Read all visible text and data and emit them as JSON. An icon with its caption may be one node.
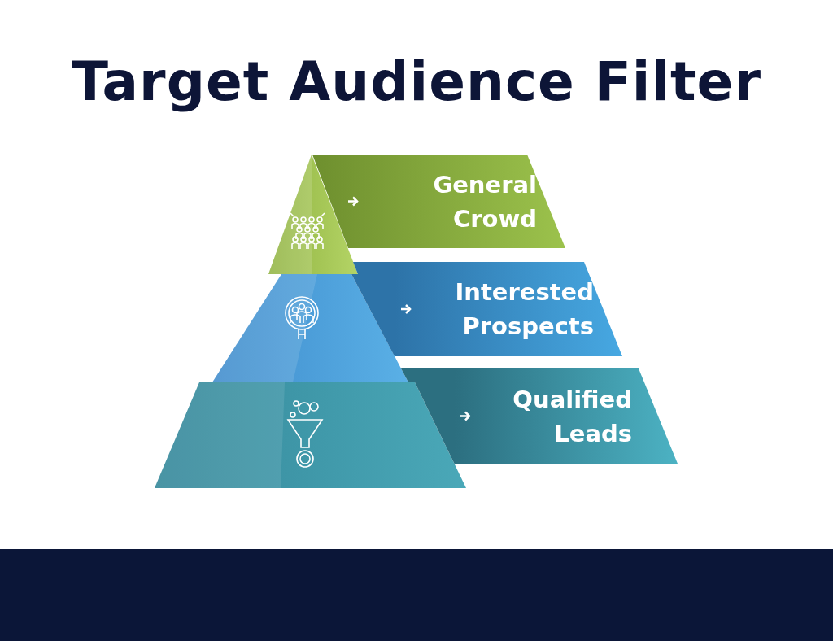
{
  "diagram": {
    "title": "Target Audience Filter",
    "nodes": [
      {
        "text": [
          "General Crowd"
        ]
      },
      {
        "text": [
          "Interested Prospects"
        ]
      },
      {
        "text": [
          "Qualified Leads"
        ]
      }
    ]
  }
}
